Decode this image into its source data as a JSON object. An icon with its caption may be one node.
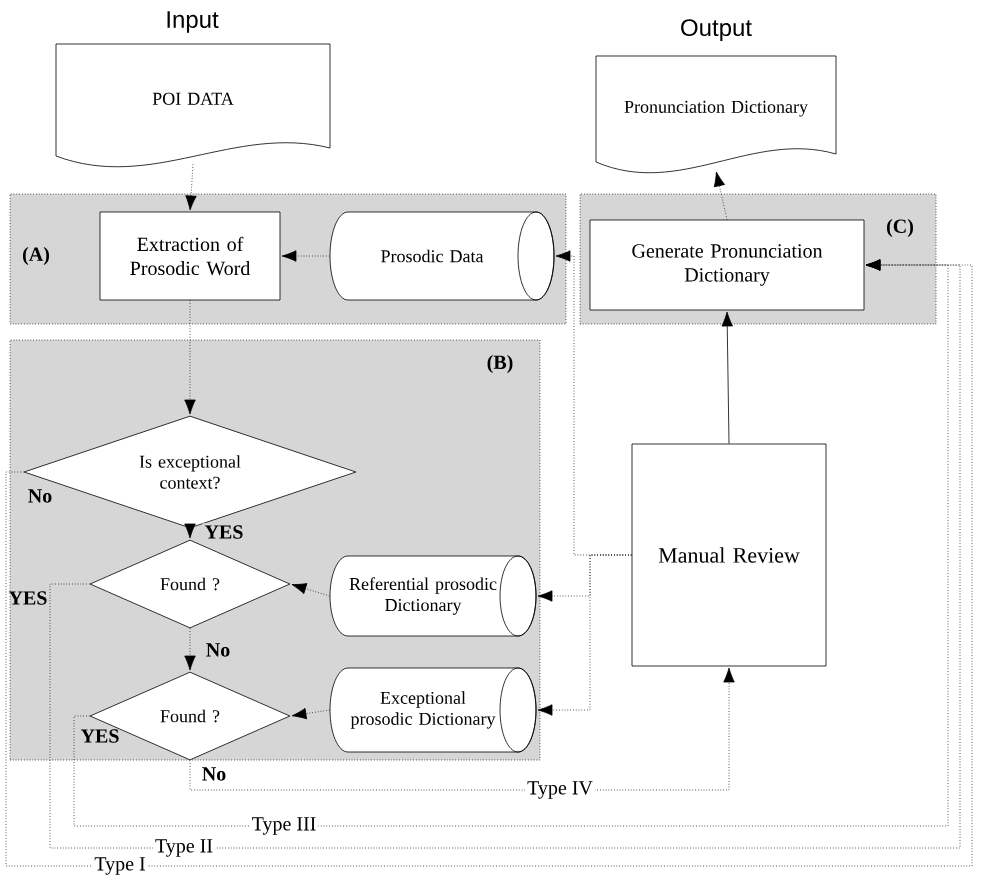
{
  "diagram": {
    "nodes": [
      {
        "text": [
          "Input",
          "POI DATA"
        ]
      },
      {
        "text": [
          "Output",
          "Pronunciation Dictionary"
        ]
      },
      {
        "text": [
          "(A)"
        ]
      },
      {
        "text": [
          "Extraction of Prosodic Word"
        ],
        "in": 2
      },
      {
        "text": [
          "Prosodic Data"
        ],
        "in": 2
      },
      {
        "text": [
          "(C)"
        ]
      },
      {
        "text": [
          "Generate Pronunciation Dictionary"
        ],
        "in": 5
      },
      {
        "text": [
          "(B)"
        ]
      },
      {
        "text": [
          "Is exceptional context?"
        ],
        "in": 7
      },
      {
        "text": [
          "Found ?"
        ],
        "in": 7
      },
      {
        "text": [
          "Found ?"
        ],
        "in": 7
      },
      {
        "text": [
          "Referential prosodic Dictionary"
        ],
        "in": 7
      },
      {
        "text": [
          "Exceptional prosodic Dictionary"
        ],
        "in": 7
      },
      {
        "text": [
          "Manual Review"
        ]
      }
    ],
    "edges": [
      {
        "from": 0,
        "to": 3,
        "arrow": "to",
        "style": "dashed"
      },
      {
        "from": 4,
        "to": 3,
        "arrow": "to",
        "style": "dashed"
      },
      {
        "from": 3,
        "to": 8,
        "arrow": "to",
        "style": "dashed"
      },
      {
        "from": 8,
        "to": 9,
        "arrow": "to",
        "label": "YES",
        "style": "dashed"
      },
      {
        "from": 9,
        "to": 10,
        "arrow": "to",
        "label": "No",
        "style": "dashed"
      },
      {
        "from": 11,
        "to": 9,
        "arrow": "to",
        "style": "dashed"
      },
      {
        "from": 12,
        "to": 10,
        "arrow": "to",
        "style": "dashed"
      },
      {
        "from": 6,
        "to": 1,
        "arrow": "to",
        "style": "dashed"
      },
      {
        "from": 13,
        "to": 6,
        "arrow": "to"
      },
      {
        "from": 13,
        "to": 4,
        "arrow": "to",
        "style": "dashed"
      },
      {
        "from": 13,
        "to": 11,
        "arrow": "to",
        "style": "dashed"
      },
      {
        "from": 13,
        "to": 12,
        "arrow": "to",
        "style": "dashed"
      },
      {
        "from": 10,
        "to": 13,
        "arrow": "to",
        "label": "Type IV",
        "style": "dashed"
      },
      {
        "from": 10,
        "to": 6,
        "arrow": "to",
        "label": "Type III",
        "style": "dashed"
      },
      {
        "from": 9,
        "to": 6,
        "arrow": "to",
        "label": "Type II",
        "style": "dashed"
      },
      {
        "from": 8,
        "to": 6,
        "arrow": "to",
        "label": "Type I",
        "style": "dashed"
      }
    ],
    "labels": [
      "No",
      "YES",
      "YES",
      "No"
    ]
  }
}
